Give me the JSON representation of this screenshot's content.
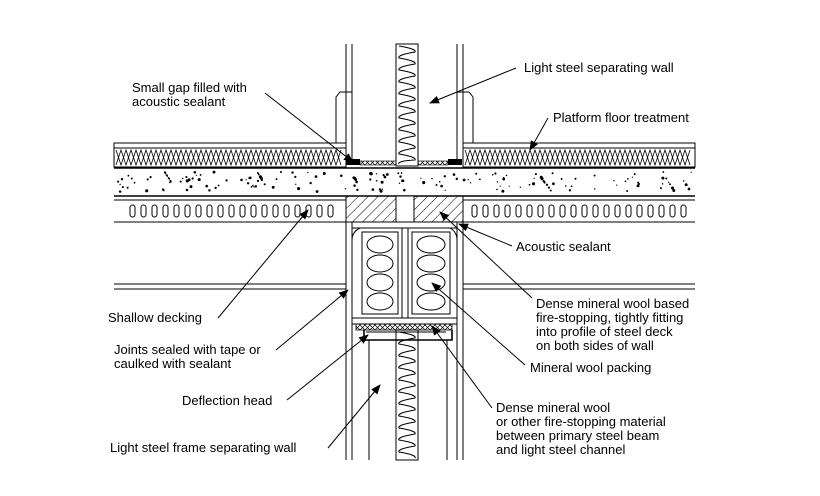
{
  "labels": {
    "gap_line1": "Small gap filled with",
    "gap_line2": "acoustic sealant",
    "light_steel_wall": "Light steel separating wall",
    "platform_floor": "Platform floor treatment",
    "acoustic_sealant": "Acoustic sealant",
    "dense_wool_1": "Dense mineral wool based",
    "dense_wool_2": "fire-stopping, tightly fitting",
    "dense_wool_3": "into profile of steel deck",
    "dense_wool_4": "on both sides of wall",
    "shallow_decking": "Shallow decking",
    "joints_1": "Joints sealed with tape or",
    "joints_2": "caulked with sealant",
    "mineral_packing": "Mineral wool packing",
    "deflection_head": "Deflection head",
    "dense_lower_1": "Dense mineral wool",
    "dense_lower_2": "or other fire-stopping material",
    "dense_lower_3": "between primary steel beam",
    "dense_lower_4": "and light steel channel",
    "frame_wall": "Light steel frame separating wall"
  },
  "colors": {
    "line": "#000000",
    "background": "#ffffff"
  }
}
